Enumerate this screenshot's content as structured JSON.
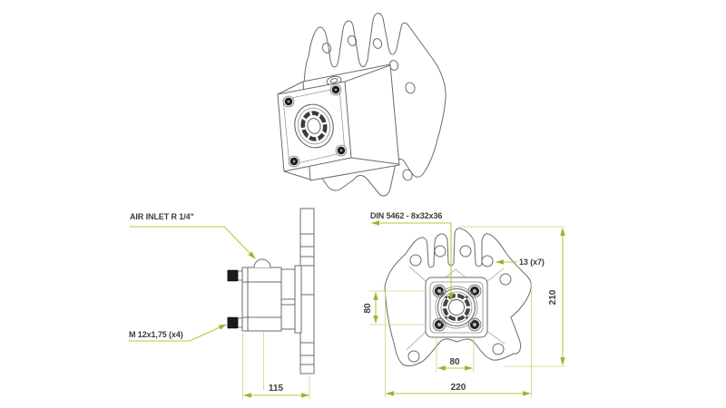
{
  "labels": {
    "air_inlet": "AIR INLET R 1/4\"",
    "mount_bolts": "M 12x1,75 (x4)",
    "spline_spec": "DIN 5462 - 8x32x36",
    "flange_holes": "13 (x7)"
  },
  "dimensions": {
    "side_depth": "115",
    "flange_width": "220",
    "flange_height": "210",
    "bolt_pattern_width": "80",
    "bolt_pattern_height": "80"
  },
  "colors": {
    "dimension_green": "#b3c840",
    "extension_green": "#c9d67e",
    "arrow_green": "#9cb32c",
    "drawing_gray": "#6b6b6b",
    "bolt_black": "#1b1b1b",
    "text_dark": "#3d3d3d",
    "background": "#ffffff"
  }
}
